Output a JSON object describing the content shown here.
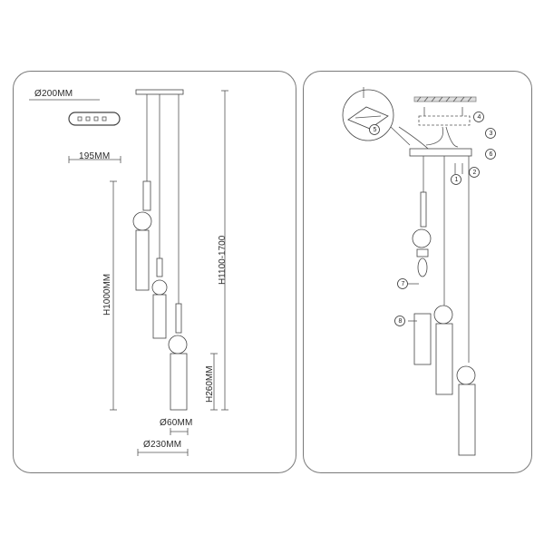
{
  "left_panel": {
    "canopy_diameter": "Ø200MM",
    "canopy_width": "195MM",
    "height_adjustable": "H1100-1700",
    "height_lamp_drop": "H1000MM",
    "height_shade": "H260MM",
    "shade_diameter": "Ø60MM",
    "overall_diameter": "Ø230MM"
  },
  "right_panel": {
    "parts": [
      "1",
      "2",
      "3",
      "4",
      "5",
      "6",
      "7",
      "8"
    ]
  }
}
